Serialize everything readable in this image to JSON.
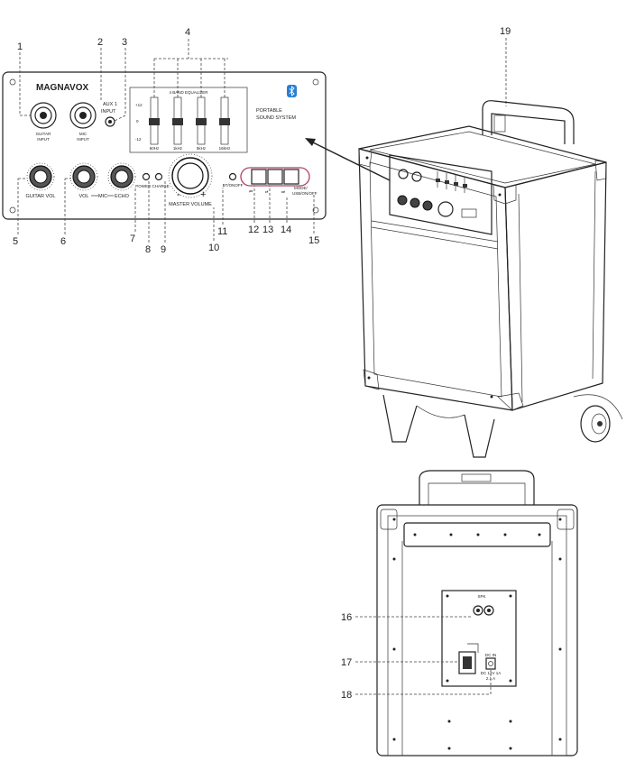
{
  "callouts": [
    "1",
    "2",
    "3",
    "4",
    "5",
    "6",
    "7",
    "8",
    "9",
    "10",
    "11",
    "12",
    "13",
    "14",
    "15",
    "16",
    "17",
    "18",
    "19"
  ],
  "panel": {
    "brand": "MAGNAVOX",
    "guitar_input": [
      "GUITAR",
      "INPUT"
    ],
    "mic_input": [
      "MIC",
      "INPUT"
    ],
    "aux_input": [
      "AUX 1",
      "INPUT"
    ],
    "eq_title": "4 BAND EQUALIZER",
    "eq_bands": [
      "60Hz",
      "1kHz",
      "5kHz",
      "16kHz"
    ],
    "eq_scale": [
      "+12",
      "0",
      "-12"
    ],
    "product": [
      "PORTABLE",
      "SOUND SYSTEM"
    ],
    "guitar_vol": "GUITAR VOL",
    "vol": "VOL",
    "mic": "MIC",
    "echo": "ECHO",
    "power_charge": "POWER CHARGE",
    "master_volume": "MASTER VOLUME",
    "minus": "-",
    "plus": "+",
    "bluetooth_led": "BT/ONOFF",
    "mode": [
      "MODE/",
      "USB/ON/OFF"
    ],
    "prev": "⏮",
    "play": "⏯",
    "next": "⏭"
  },
  "rear": {
    "speaker_out": "SPK",
    "dc_in": [
      "DC IN",
      "DC 12V 1A",
      "2.1 A"
    ]
  }
}
